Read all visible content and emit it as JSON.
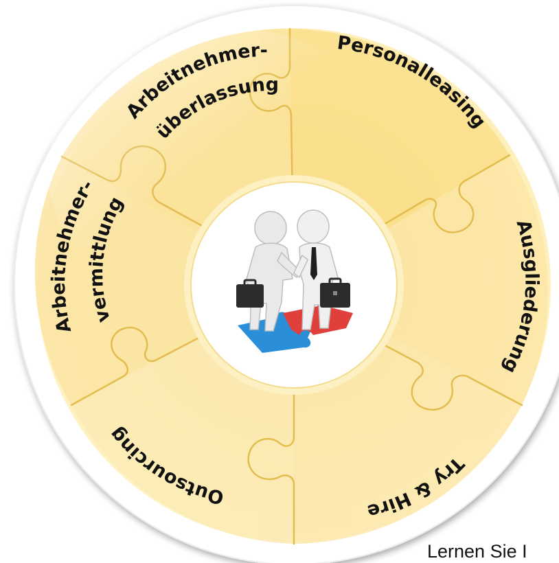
{
  "segments": [
    {
      "id": "arbeitnehmerueberlassung",
      "lines": [
        "Arbeitnehmer-",
        "überlassung"
      ]
    },
    {
      "id": "personalleasing",
      "lines": [
        "Personalleasing"
      ]
    },
    {
      "id": "ausgliederung",
      "lines": [
        "Ausgliederung"
      ]
    },
    {
      "id": "try-hire",
      "lines": [
        "Try & Hire"
      ]
    },
    {
      "id": "outsourcing",
      "lines": [
        "Outsourcing"
      ]
    },
    {
      "id": "arbeitnehmervermittlung",
      "lines": [
        "Arbeitnehmer-",
        "vermittlung"
      ]
    }
  ],
  "footer": {
    "text": "Lernen Sie I"
  },
  "colors": {
    "segment_light": "#fff3c4",
    "segment_mid": "#fbe08a",
    "segment_dark": "#f5cf5a",
    "seam": "#e0b944",
    "hub_ring": "#fdf0bf",
    "hub": "#ffffff"
  },
  "center_image": {
    "icon": "handshake-business-people-puzzle-icon"
  }
}
